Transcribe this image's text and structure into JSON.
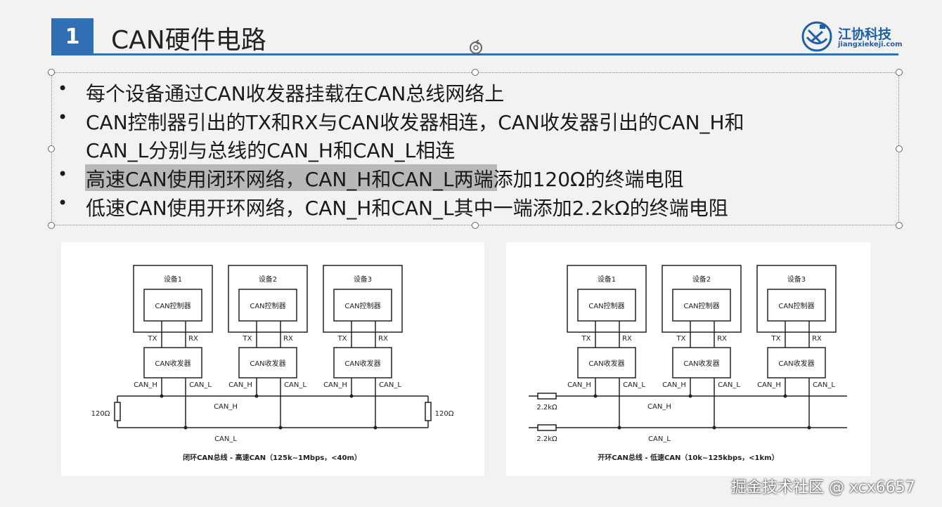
{
  "slide": {
    "number": "1",
    "title": "CAN硬件电路",
    "logo_name": "江协科技",
    "logo_url": "jiangxiekeji.com",
    "accent_color": "#2f6fb2"
  },
  "bullets": [
    "每个设备通过CAN收发器挂载在CAN总线网络上",
    "CAN控制器引出的TX和RX与CAN收发器相连，CAN收发器引出的CAN_H和",
    "CAN_L分别与总线的CAN_H和CAN_L相连",
    "高速CAN使用闭环网络，CAN_H和CAN_L两端添加120Ω的终端电阻",
    "低速CAN使用开环网络，CAN_H和CAN_L其中一端添加2.2kΩ的终端电阻"
  ],
  "diagram_left": {
    "devices": [
      "设备1",
      "设备2",
      "设备3"
    ],
    "controller": "CAN控制器",
    "transceiver": "CAN收发器",
    "tx": "TX",
    "rx": "RX",
    "pin_h": "CAN_H",
    "pin_l": "CAN_L",
    "bus_h": "CAN_H",
    "bus_l": "CAN_L",
    "resistor_left": "120Ω",
    "resistor_right": "120Ω",
    "caption": "闭环CAN总线 - 高速CAN（125k~1Mbps，<40m）"
  },
  "diagram_right": {
    "devices": [
      "设备1",
      "设备2",
      "设备3"
    ],
    "controller": "CAN控制器",
    "transceiver": "CAN收发器",
    "tx": "TX",
    "rx": "RX",
    "pin_h": "CAN_H",
    "pin_l": "CAN_L",
    "bus_h": "CAN_H",
    "bus_l": "CAN_L",
    "resistor_top": "2.2kΩ",
    "resistor_bottom": "2.2kΩ",
    "caption": "开环CAN总线 - 低速CAN（10k~125kbps，<1km）"
  },
  "watermark": "掘金技术社区 @ xcx6657"
}
